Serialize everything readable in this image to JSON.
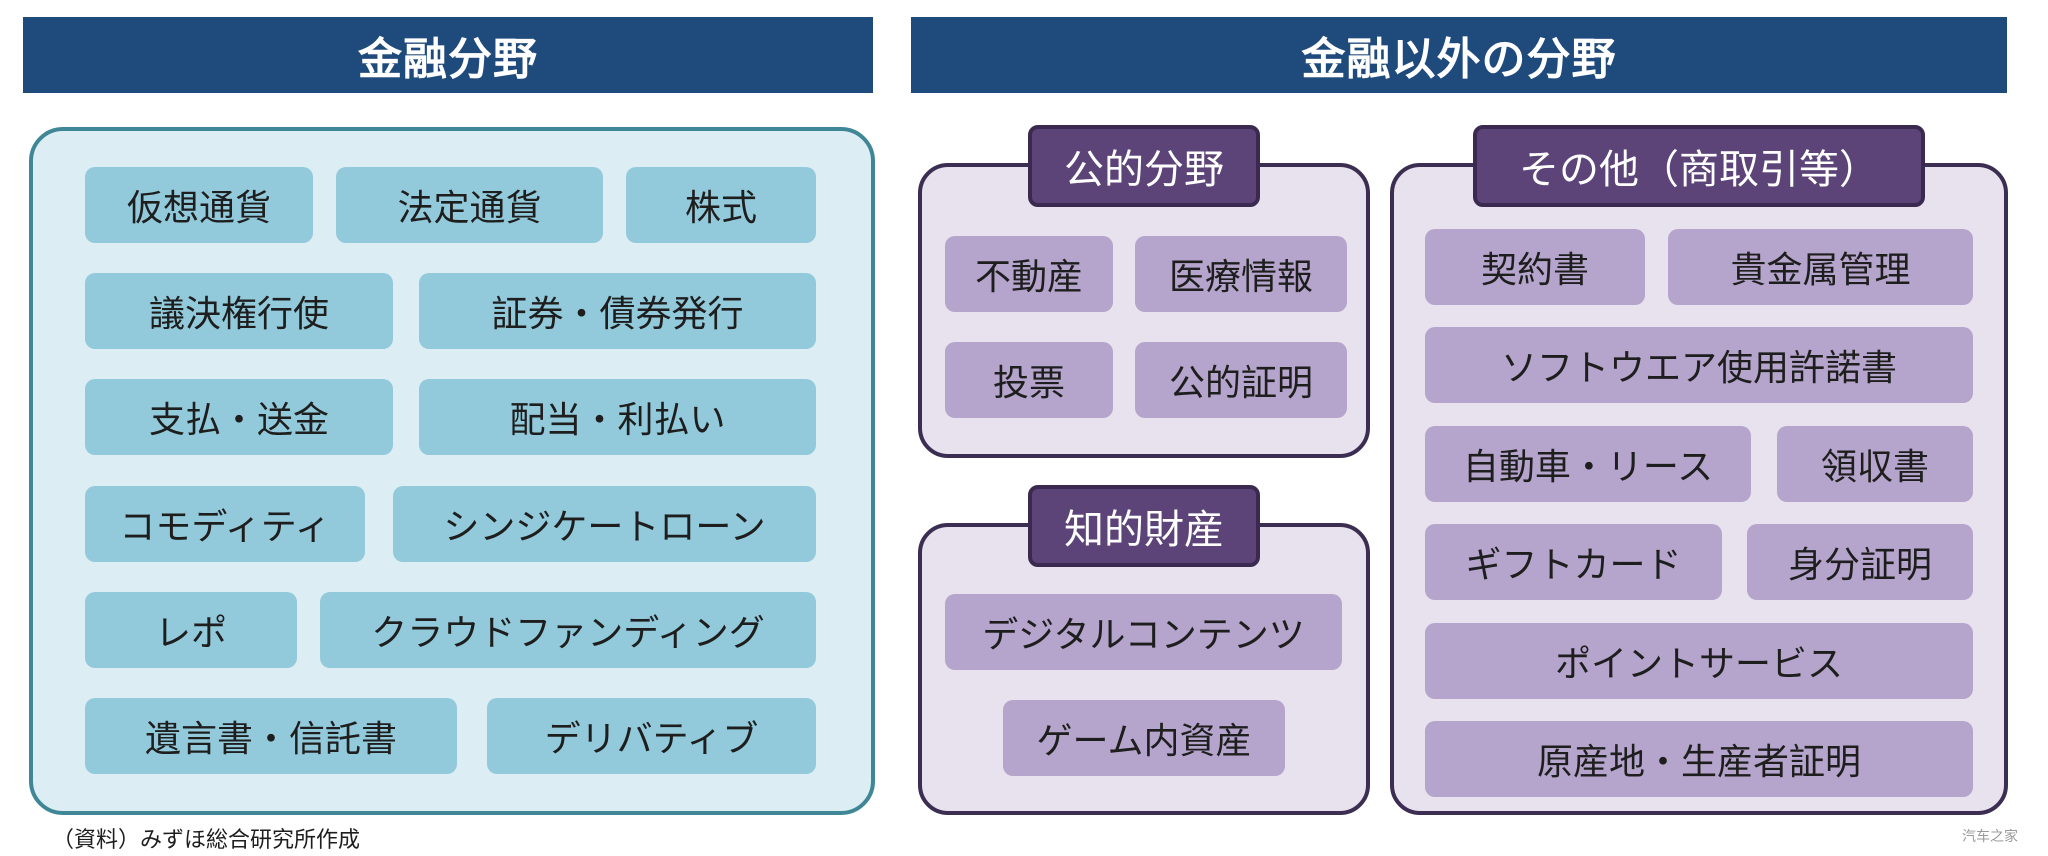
{
  "finance": {
    "header": "金融分野",
    "items": [
      "仮想通貨",
      "法定通貨",
      "株式",
      "議決権行使",
      "証券・債券発行",
      "支払・送金",
      "配当・利払い",
      "コモディティ",
      "シンジケートローン",
      "レポ",
      "クラウドファンディング",
      "遺言書・信託書",
      "デリバティブ"
    ]
  },
  "non_finance": {
    "header": "金融以外の分野",
    "public": {
      "title": "公的分野",
      "items": [
        "不動産",
        "医療情報",
        "投票",
        "公的証明"
      ]
    },
    "ip": {
      "title": "知的財産",
      "items": [
        "デジタルコンテンツ",
        "ゲーム内資産"
      ]
    },
    "other": {
      "title": "その他（商取引等）",
      "items": [
        "契約書",
        "貴金属管理",
        "ソフトウエア使用許諾書",
        "自動車・リース",
        "領収書",
        "ギフトカード",
        "身分証明",
        "ポイントサービス",
        "原産地・生産者証明"
      ]
    }
  },
  "source": "（資料）みずほ総合研究所作成",
  "watermark": "汽车之家"
}
